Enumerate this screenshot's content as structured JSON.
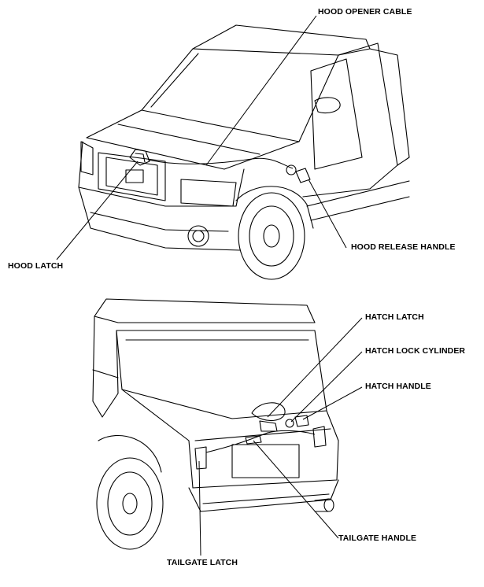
{
  "labels": {
    "hood_opener_cable": "HOOD OPENER CABLE",
    "hood_latch": "HOOD LATCH",
    "hood_release_handle": "HOOD RELEASE HANDLE",
    "hatch_latch": "HATCH LATCH",
    "hatch_lock_cylinder": "HATCH LOCK CYLINDER",
    "hatch_handle": "HATCH HANDLE",
    "tailgate_handle": "TAILGATE HANDLE",
    "tailgate_latch": "TAILGATE LATCH"
  }
}
